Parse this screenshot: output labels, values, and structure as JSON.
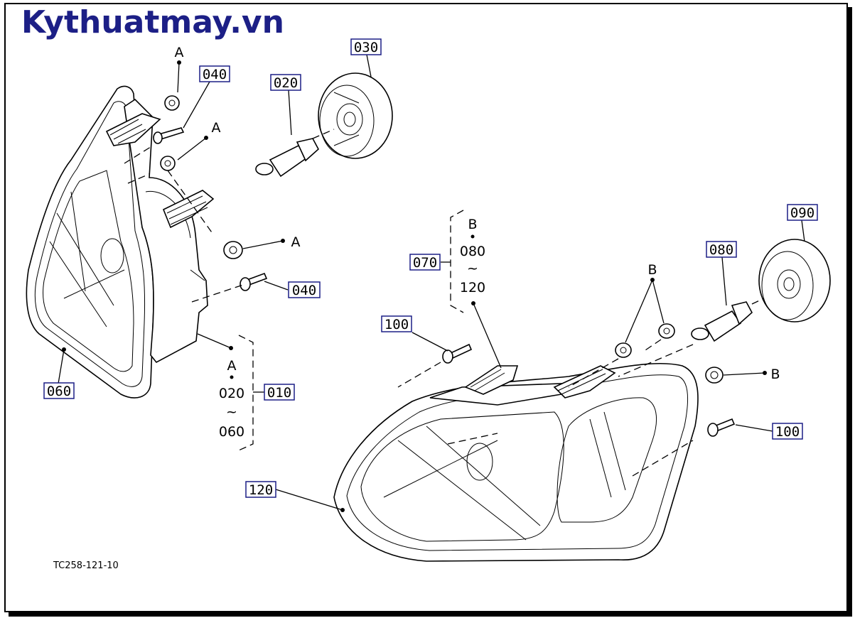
{
  "site": {
    "brand": "Kythuatmay.vn"
  },
  "diagram": {
    "code": "TC258-121-10",
    "part_labels": [
      "030",
      "040",
      "020",
      "040",
      "010",
      "060",
      "090",
      "080",
      "070",
      "100",
      "100",
      "120"
    ],
    "group_left": {
      "top": "A",
      "mid": "020",
      "tilde": "~",
      "bot": "060"
    },
    "group_right": {
      "top": "B",
      "mid": "080",
      "tilde": "~",
      "bot": "120"
    },
    "callouts": {
      "a1": "A",
      "a2": "A",
      "a3": "A",
      "b1": "B",
      "b2": "B"
    }
  },
  "colors": {
    "brand": "#1c1f86",
    "box_border": "#1c1f86",
    "ink": "#000000"
  }
}
